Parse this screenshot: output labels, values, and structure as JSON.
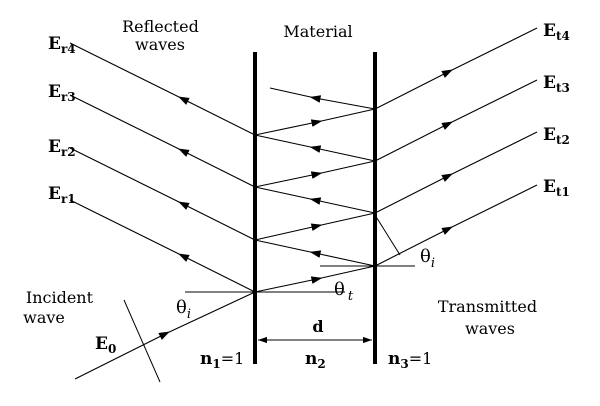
{
  "labels": {
    "reflected_waves": [
      "Reflected",
      "waves"
    ],
    "material": "Material",
    "incident_wave": [
      "Incident",
      "wave"
    ],
    "transmitted_waves": [
      "Transmitted",
      "waves"
    ],
    "thickness": "d"
  },
  "reflected": [
    {
      "sym": "E",
      "sub": "r4"
    },
    {
      "sym": "E",
      "sub": "r3"
    },
    {
      "sym": "E",
      "sub": "r2"
    },
    {
      "sym": "E",
      "sub": "r1"
    }
  ],
  "transmitted": [
    {
      "sym": "E",
      "sub": "t4"
    },
    {
      "sym": "E",
      "sub": "t3"
    },
    {
      "sym": "E",
      "sub": "t2"
    },
    {
      "sym": "E",
      "sub": "t1"
    }
  ],
  "incident": {
    "sym": "E",
    "sub": "0"
  },
  "angles": {
    "theta_i_left": {
      "sym": "θ",
      "sub": "i"
    },
    "theta_t": {
      "sym": "θ",
      "sub": "t"
    },
    "theta_i_right": {
      "sym": "θ",
      "sub": "i"
    }
  },
  "indices": {
    "n1": {
      "sym": "n",
      "sub": "1",
      "suffix": "=1"
    },
    "n2": {
      "sym": "n",
      "sub": "2",
      "suffix": ""
    },
    "n3": {
      "sym": "n",
      "sub": "3",
      "suffix": "=1"
    }
  }
}
